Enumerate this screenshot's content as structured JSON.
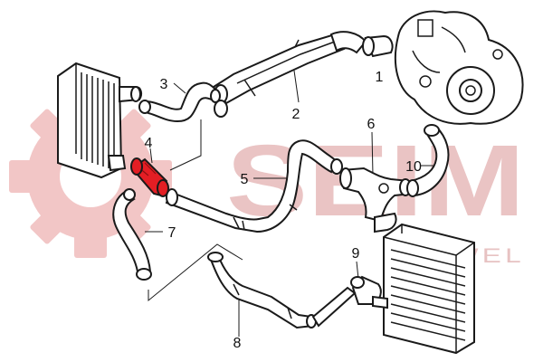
{
  "diagram": {
    "callouts": [
      "1",
      "2",
      "3",
      "4",
      "5",
      "6",
      "7",
      "8",
      "9",
      "10"
    ],
    "highlight_color": "#e31e24",
    "watermark_color": "#f2c6c6"
  },
  "watermark": {
    "brand": "SEIM",
    "sub": "AXWEL"
  }
}
